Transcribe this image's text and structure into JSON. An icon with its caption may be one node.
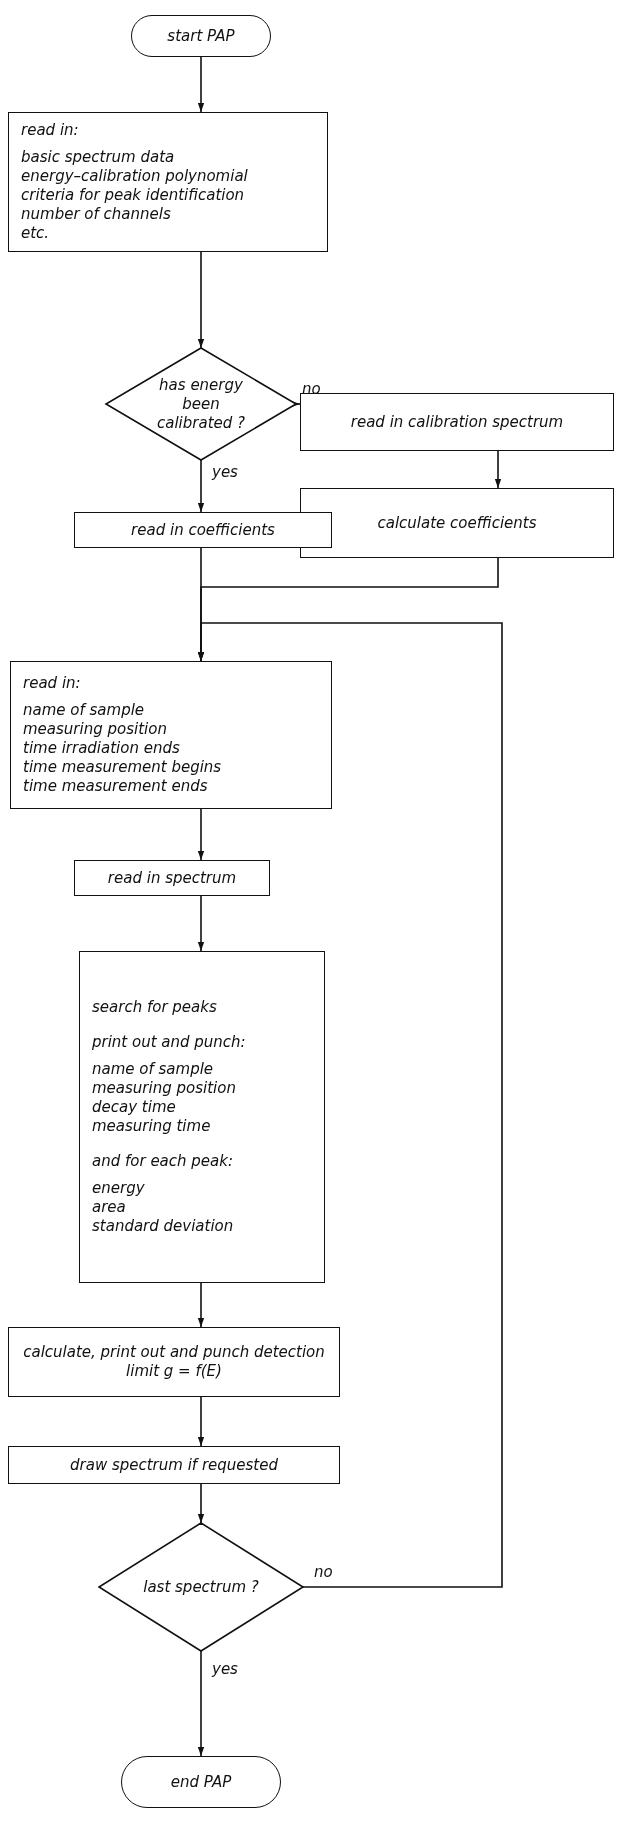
{
  "diagram": {
    "nodes": [
      {
        "text": [
          "start PAP"
        ]
      },
      {
        "text": [
          "read in:",
          "basic spectrum data",
          "energy–calibration polynomial",
          "criteria for peak identification",
          "number of channels",
          "etc."
        ]
      },
      {
        "text": [
          "has energy been calibrated ?"
        ]
      },
      {
        "text": [
          "read in calibration spectrum"
        ]
      },
      {
        "text": [
          "calculate coefficients"
        ]
      },
      {
        "text": [
          "read in coefficients"
        ]
      },
      {
        "text": [
          "read in:",
          "name of sample",
          "measuring position",
          "time irradiation ends",
          "time measurement begins",
          "time measurement ends"
        ]
      },
      {
        "text": [
          "read in spectrum"
        ]
      },
      {
        "text": [
          "search for peaks",
          "print out and punch:",
          "name of sample",
          "measuring position",
          "decay time",
          "measuring time",
          "and for each peak:",
          "energy",
          "area",
          "standard deviation"
        ]
      },
      {
        "text": [
          "calculate, print out and punch detection limit g = f(E)"
        ]
      },
      {
        "text": [
          "draw spectrum if requested"
        ]
      },
      {
        "text": [
          "last spectrum ?"
        ]
      },
      {
        "text": [
          "end PAP"
        ]
      }
    ],
    "edges": [
      {
        "from": 0,
        "to": 1,
        "arrow": "to"
      },
      {
        "from": 1,
        "to": 2,
        "arrow": "to"
      },
      {
        "from": 2,
        "to": 3,
        "arrow": "to",
        "label": "no"
      },
      {
        "from": 3,
        "to": 4,
        "arrow": "to"
      },
      {
        "from": 2,
        "to": 5,
        "arrow": "to",
        "label": "yes"
      },
      {
        "from": 5,
        "to": 6,
        "arrow": "to"
      },
      {
        "from": 4,
        "to": 6,
        "arrow": "to"
      },
      {
        "from": 6,
        "to": 7,
        "arrow": "to"
      },
      {
        "from": 7,
        "to": 8,
        "arrow": "to"
      },
      {
        "from": 8,
        "to": 9,
        "arrow": "to"
      },
      {
        "from": 9,
        "to": 10,
        "arrow": "to"
      },
      {
        "from": 10,
        "to": 11,
        "arrow": "to"
      },
      {
        "from": 11,
        "to": 6,
        "arrow": "to",
        "label": "no"
      },
      {
        "from": 11,
        "to": 12,
        "arrow": "to",
        "label": "yes"
      }
    ]
  }
}
